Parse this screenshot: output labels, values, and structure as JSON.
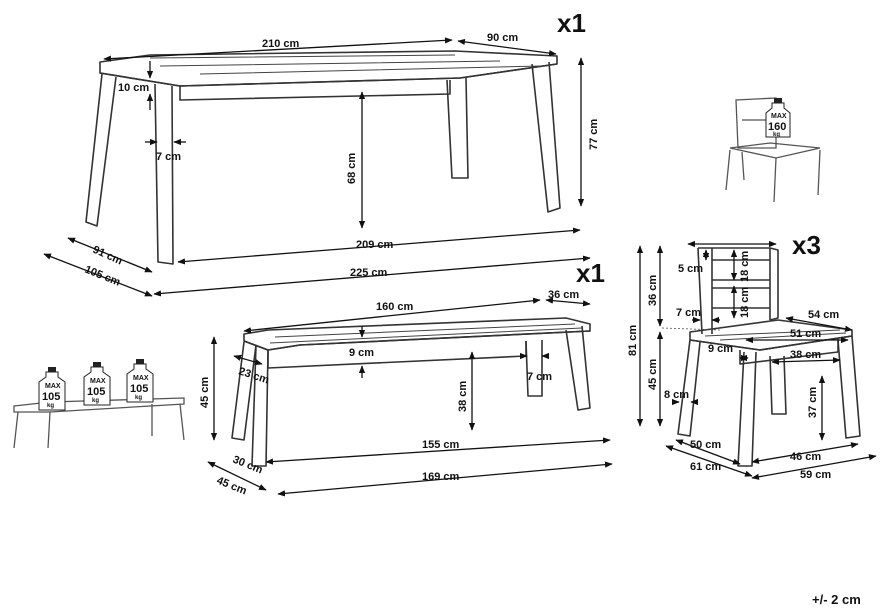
{
  "table": {
    "quantity": "x1",
    "length_top": "210 cm",
    "depth_top": "90 cm",
    "height": "77 cm",
    "apron": "10 cm",
    "leg": "7 cm",
    "clearance": "68 cm",
    "inner_length": "209 cm",
    "depth_inner": "91 cm",
    "length_total": "225 cm",
    "depth_total": "105 cm"
  },
  "bench": {
    "quantity": "x1",
    "length_top": "160 cm",
    "depth_top": "36 cm",
    "height": "45 cm",
    "apron": "9 cm",
    "leg": "7 cm",
    "leg_width": "23 cm",
    "clearance": "38 cm",
    "inner_length": "155 cm",
    "depth_inner": "30 cm",
    "length_total": "169 cm",
    "depth_total": "45 cm"
  },
  "chair": {
    "quantity": "x3",
    "backrest_gap": "5 cm",
    "backrest_slat_1": "18 cm",
    "backrest_slat_2": "18 cm",
    "back_height": "36 cm",
    "total_height": "81 cm",
    "frame_gap": "7 cm",
    "seat_depth": "54 cm",
    "seat_depth_inner": "51 cm",
    "seat_thickness": "9 cm",
    "seat_width": "38 cm",
    "seat_height": "45 cm",
    "leg": "8 cm",
    "clearance": "37 cm",
    "depth_inner": "50 cm",
    "width_inner": "46 cm",
    "depth_total": "61 cm",
    "width_total": "59 cm"
  },
  "load_bench": {
    "weights": [
      {
        "max": "MAX",
        "value": "105",
        "unit": "kg"
      },
      {
        "max": "MAX",
        "value": "105",
        "unit": "kg"
      },
      {
        "max": "MAX",
        "value": "105",
        "unit": "kg"
      }
    ]
  },
  "load_chair": {
    "max": "MAX",
    "value": "160",
    "unit": "kg"
  },
  "tolerance": "+/- 2 cm"
}
